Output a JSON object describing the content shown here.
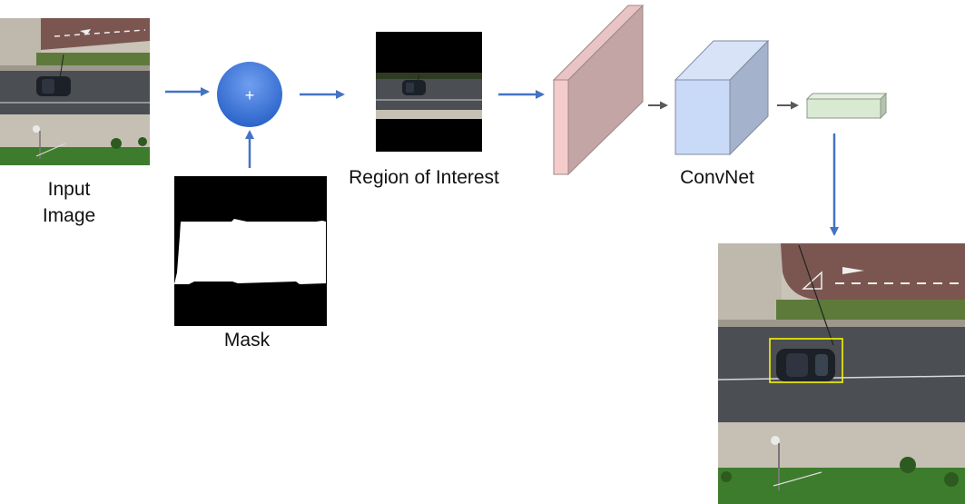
{
  "diagram": {
    "input_label_line1": "Input",
    "input_label_line2": "Image",
    "plus_symbol": "+",
    "mask_label": "Mask",
    "roi_label": "Region of Interest",
    "convnet_label": "ConvNet"
  },
  "colors": {
    "arrow_blue": "#4472c4",
    "arrow_gray": "#595959",
    "plus_circle": "#3a78dd",
    "feature_map_face": "#f4cccc",
    "feature_map_side": "#c4a5a5",
    "convnet_face": "#c9daf8",
    "convnet_side": "#a4b2cb",
    "output_vector": "#d9ead3",
    "detection_box": "#ffff00",
    "road": "#4b4e52",
    "grass": "#3d7c2c",
    "sidewalk": "#ccc6bb"
  }
}
